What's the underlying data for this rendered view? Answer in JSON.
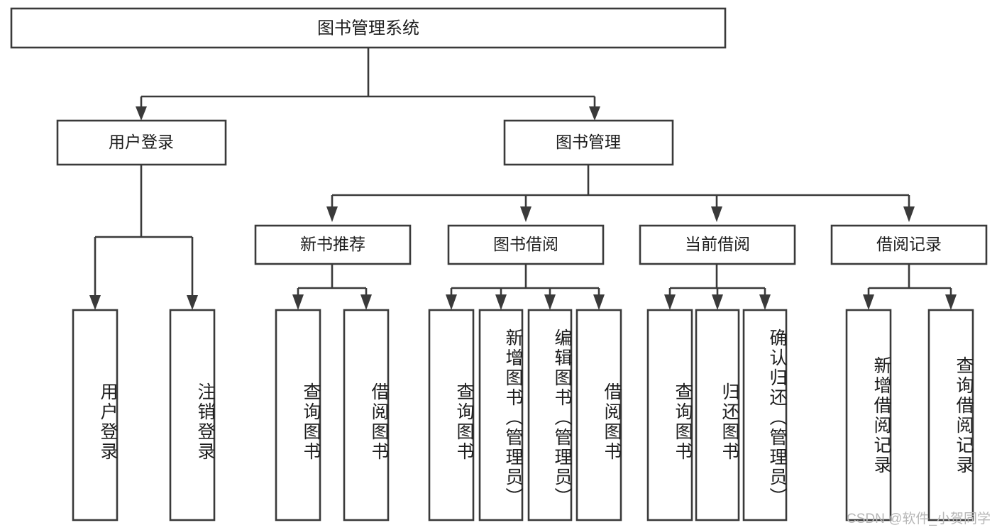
{
  "diagram": {
    "title": "图书管理系统",
    "type": "tree",
    "root": {
      "label": "图书管理系统",
      "children": [
        {
          "label": "用户登录",
          "children": [
            {
              "label": "用户登录"
            },
            {
              "label": "注销登录"
            }
          ]
        },
        {
          "label": "图书管理",
          "children": [
            {
              "label": "新书推荐",
              "children": [
                {
                  "label": "查询图书"
                },
                {
                  "label": "借阅图书"
                }
              ]
            },
            {
              "label": "图书借阅",
              "children": [
                {
                  "label": "查询图书"
                },
                {
                  "label": "新增图书（管理员）"
                },
                {
                  "label": "编辑图书（管理员）"
                },
                {
                  "label": "借阅图书"
                }
              ]
            },
            {
              "label": "当前借阅",
              "children": [
                {
                  "label": "查询图书"
                },
                {
                  "label": "归还图书"
                },
                {
                  "label": "确认归还（管理员）"
                }
              ]
            },
            {
              "label": "借阅记录",
              "children": [
                {
                  "label": "新增借阅记录"
                },
                {
                  "label": "查询借阅记录"
                }
              ]
            }
          ]
        }
      ]
    },
    "colors": {
      "box_fill": "#ffffff",
      "box_stroke": "#3a3a3a",
      "text": "#1d1d1d",
      "background": "#ffffff",
      "watermark": "#b6b6b6"
    }
  },
  "labels": {
    "root": "图书管理系统",
    "l2_user_login": "用户登录",
    "l2_book_mgmt": "图书管理",
    "l3_new_book": "新书推荐",
    "l3_borrow": "图书借阅",
    "l3_current": "当前借阅",
    "l3_record": "借阅记录",
    "leaf_user_login": "用户登录",
    "leaf_logout": "注销登录",
    "leaf_query_book_a": "查询图书",
    "leaf_borrow_book_a": "借阅图书",
    "leaf_query_book_b": "查询图书",
    "leaf_add_book": "新增图书（管理员）",
    "leaf_edit_book": "编辑图书（管理员）",
    "leaf_borrow_book_b": "借阅图书",
    "leaf_query_book_c": "查询图书",
    "leaf_return_book": "归还图书",
    "leaf_confirm_return": "确认归还（管理员）",
    "leaf_add_record": "新增借阅记录",
    "leaf_query_record": "查询借阅记录"
  },
  "watermark": {
    "text": "CSDN @软件_小贺同学"
  }
}
